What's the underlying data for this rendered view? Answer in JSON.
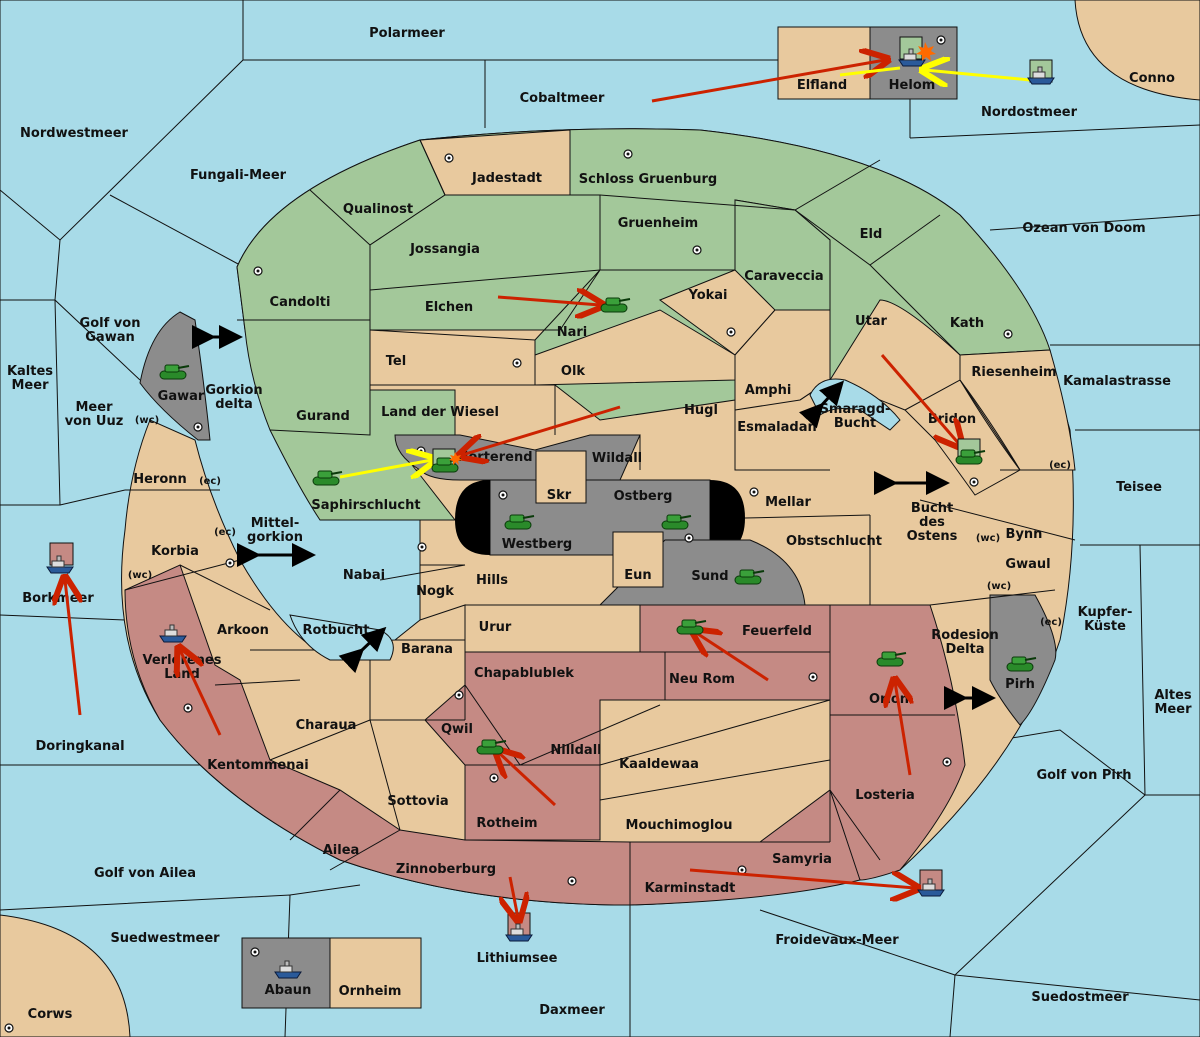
{
  "provinces": {
    "polarmeer": "Polarmeer",
    "cobaltmeer": "Cobaltmeer",
    "nordwestmeer": "Nordwestmeer",
    "fungali": "Fungali-Meer",
    "conno": "Conno",
    "elfland": "Elfland",
    "helom": "Helom",
    "nordostmeer": "Nordostmeer",
    "jadestadt": "Jadestadt",
    "schloss": "Schloss Gruenburg",
    "qualinost": "Qualinost",
    "gruenheim": "Gruenheim",
    "eld": "Eld",
    "ozean": "Ozean von Doom",
    "jossangia": "Jossangia",
    "candolti": "Candolti",
    "caraveccia": "Caraveccia",
    "yokai": "Yokai",
    "elchen": "Elchen",
    "nari": "Nari",
    "utar": "Utar",
    "kath": "Kath",
    "gawan1": "Golf von",
    "gawan2": "Gawan",
    "tel": "Tel",
    "olk": "Olk",
    "riesenheim": "Riesenheim",
    "kamala": "Kamalastrasse",
    "kaltes1": "Kaltes",
    "kaltes2": "Meer",
    "gawar": "Gawar",
    "gorkion1": "Gorkion",
    "gorkion2": "delta",
    "amphi": "Amphi",
    "smaragd1": "Smaragd-",
    "smaragd2": "Bucht",
    "uuz1": "Meer",
    "uuz2": "von Uuz",
    "gurand": "Gurand",
    "landwiesel": "Land der Wiesel",
    "hugl": "Hugl",
    "bridon": "Bridon",
    "wc": "(wc)",
    "ec": "(ec)",
    "esmaladan": "Esmaladan",
    "norterend": "Norterend",
    "wildall": "Wildall",
    "heronn": "Heronn",
    "teisee": "Teisee",
    "skr": "Skr",
    "ostberg": "Ostberg",
    "mellar": "Mellar",
    "saphir": "Saphirschlucht",
    "bucht1": "Bucht",
    "bucht2": "des",
    "bucht3": "Ostens",
    "westberg": "Westberg",
    "mittel1": "Mittel-",
    "mittel2": "gorkion",
    "obst": "Obstschlucht",
    "bynn": "Bynn",
    "korbia": "Korbia",
    "gwaul": "Gwaul",
    "nabai": "Nabai",
    "eun": "Eun",
    "hills": "Hills",
    "sund": "Sund",
    "borkmeer": "Borkmeer",
    "nogk": "Nogk",
    "kupfer1": "Kupfer-",
    "kupfer2": "Küste",
    "urur": "Urur",
    "feuerfeld": "Feuerfeld",
    "arkoon": "Arkoon",
    "rotbucht": "Rotbucht",
    "rodesion1": "Rodesion",
    "rodesion2": "Delta",
    "verloren1": "Verlorenes",
    "verloren2": "Land",
    "barana": "Barana",
    "chapab": "Chapablublek",
    "neurom": "Neu Rom",
    "pirh": "Pirh",
    "altes1": "Altes",
    "altes2": "Meer",
    "orlon": "Orlon",
    "charaua": "Charaua",
    "qwil": "Qwil",
    "nilldall": "Nilldall",
    "doringkanal": "Doringkanal",
    "kentom": "Kentommenai",
    "kaaldewaa": "Kaaldewaa",
    "golfpirh": "Golf von Pirh",
    "losteria": "Losteria",
    "sottovia": "Sottovia",
    "rotheim": "Rotheim",
    "mouchi": "Mouchimoglou",
    "ailea": "Ailea",
    "samyria": "Samyria",
    "golfailea": "Golf von Ailea",
    "zinnober": "Zinnoberburg",
    "karmin": "Karminstadt",
    "suedwest": "Suedwestmeer",
    "froidevaux": "Froidevaux-Meer",
    "lithium": "Lithiumsee",
    "abaun": "Abaun",
    "ornheim": "Ornheim",
    "suedost": "Suedostmeer",
    "daxmeer": "Daxmeer",
    "corws": "Corws"
  },
  "colors": {
    "sea": "#a8dbe8",
    "green": "#a3c89a",
    "tan": "#e8c99e",
    "red": "#c58a84",
    "grey": "#8c8c8c",
    "orderRed": "#cc2200",
    "orderYellow": "#ffff00"
  },
  "icons": [
    "army-icon",
    "fleet-icon",
    "supply-center-icon",
    "dislodged-burst-icon",
    "double-arrow-icon"
  ]
}
